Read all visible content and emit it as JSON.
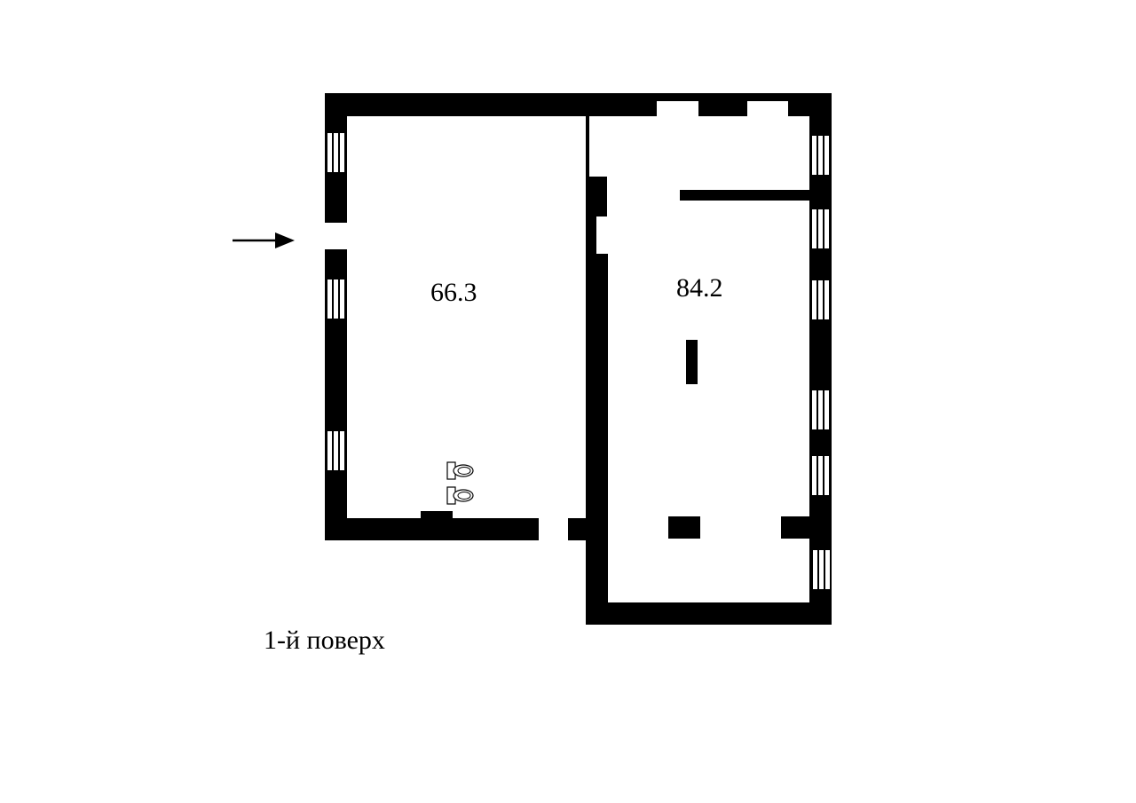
{
  "plan": {
    "floor_label": "1-й поверх",
    "rooms": [
      {
        "id": "left",
        "area": "66.3"
      },
      {
        "id": "right",
        "area": "84.2"
      }
    ],
    "entrance": {
      "icon": "arrow-right-icon"
    },
    "fixtures": [
      {
        "icon": "toilet-icon"
      },
      {
        "icon": "toilet-icon"
      }
    ],
    "colors": {
      "wall": "#000000",
      "background": "#ffffff"
    }
  }
}
